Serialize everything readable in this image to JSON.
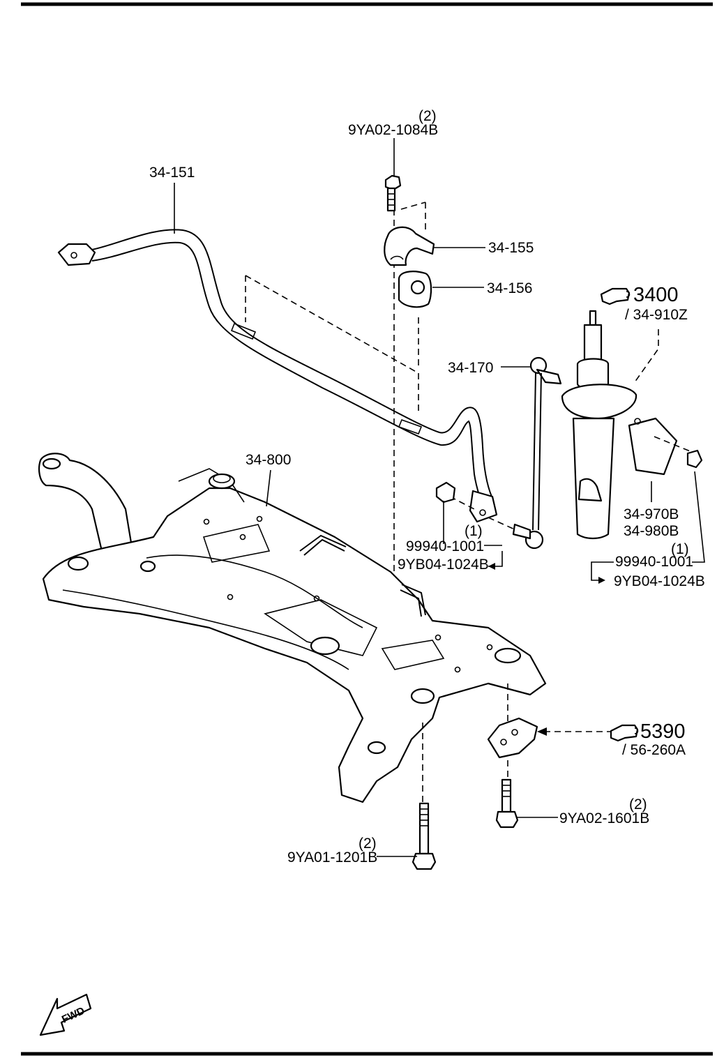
{
  "labels": {
    "bolt_top_qty": "(2)",
    "bolt_top": "9YA02-1084B",
    "stabilizer_bar": "34-151",
    "bracket": "34-155",
    "bushing": "34-156",
    "ref_3400": "3400",
    "ref_3400_sub": "/ 34-910Z",
    "link": "34-170",
    "crossmember": "34-800",
    "strut_a": "34-970B",
    "strut_b": "34-980B",
    "nut_left_qty": "(1)",
    "nut_left": "99940-1001",
    "nut_left_alt": "9YB04-1024B",
    "nut_right_qty": "(1)",
    "nut_right": "99940-1001",
    "nut_right_alt": "9YB04-1024B",
    "ref_5390": "5390",
    "ref_5390_sub": "/ 56-260A",
    "bolt_rr_qty": "(2)",
    "bolt_rr": "9YA02-1601B",
    "bolt_fr_qty": "(2)",
    "bolt_fr": "9YA01-1201B",
    "fwd": "FWD"
  }
}
